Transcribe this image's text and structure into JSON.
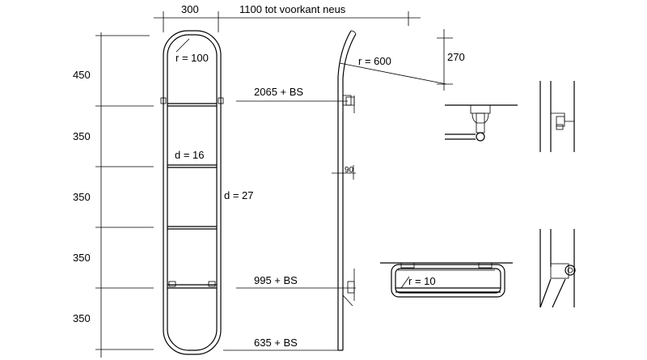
{
  "dimensions": {
    "top_width": "300",
    "top_length": "1100 tot voorkant neus",
    "radius_top": "r = 100",
    "radius_side": "r = 600",
    "side_height": "270",
    "rung_diameter": "d = 16",
    "rail_diameter": "d = 27",
    "spacing_90": "90",
    "radius_detail": "r = 10"
  },
  "heights": [
    "450",
    "350",
    "350",
    "350",
    "350"
  ],
  "levels": {
    "upper": "2065 + BS",
    "middle": "995 + BS",
    "lower": "635 + BS"
  }
}
